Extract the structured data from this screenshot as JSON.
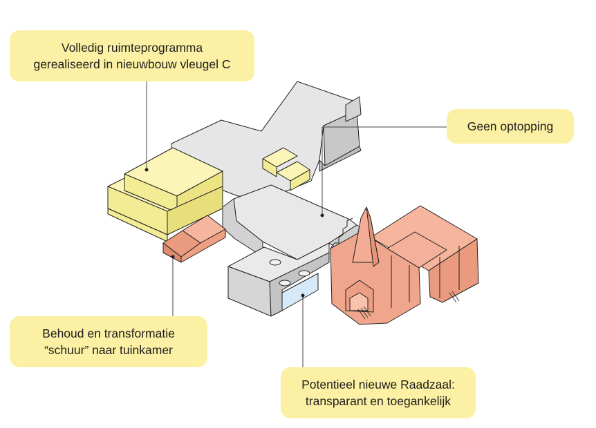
{
  "colors": {
    "callout_bg": "#fbf0a3",
    "new_wing_yellow": "#f7f2a2",
    "existing_grey": "#dcdcdc",
    "monument_salmon": "#f0a68c",
    "glass_blue": "#d5e9f8",
    "outline": "#1e1e1e"
  },
  "callouts": {
    "new_wing": {
      "line1": "Volledig ruimteprogramma",
      "line2": "gerealiseerd in nieuwbouw vleugel C"
    },
    "no_extension": {
      "line1": "Geen optopping"
    },
    "barn": {
      "line1": "Behoud en transformatie",
      "line2": "“schuur” naar tuinkamer"
    },
    "council_hall": {
      "line1": "Potentieel nieuwe Raadzaal:",
      "line2": "transparant en toegankelijk"
    }
  }
}
